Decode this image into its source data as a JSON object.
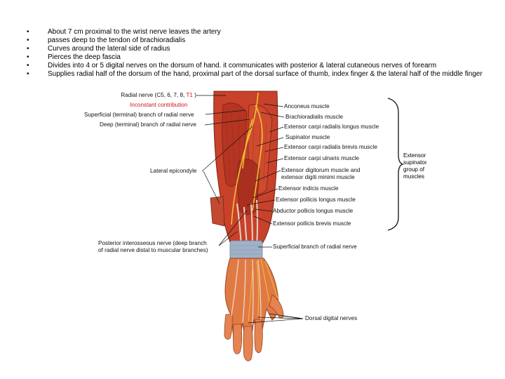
{
  "bullets": [
    "About 7 cm proximal to the wrist nerve leaves the artery",
    "passes deep to the tendon of brachioradialis",
    "Curves around the lateral side of radius",
    "Pierces the deep fascia",
    "Divides into 4 or 5 digital nerves on the dorsum of hand. it communicates with posterior & lateral cutaneous nerves of forearm",
    "Supplies radial half of the dorsum of the hand, proximal part of the dorsal surface of thumb, index finger & the lateral half of the middle finger"
  ],
  "bullet_symbol": "•",
  "left_labels": {
    "radial_nerve_prefix": "Radial nerve (C5, 6, 7, 8, ",
    "radial_nerve_t1": "T1",
    "radial_nerve_suffix": " )",
    "inconstant": "Inconstant contribution",
    "superficial_branch": "Superficial (terminal) branch of radial nerve",
    "deep_branch": "Deep (terminal) branch of radial nerve",
    "lateral_epicondyle": "Lateral epicondyle",
    "posterior_interosseous_1": "Posterior interosseous nerve (deep branch",
    "posterior_interosseous_2": "of radial nerve distal to muscular branches)"
  },
  "right_labels": {
    "anconeus": "Anconeus muscle",
    "brachioradialis": "Brachioradialis muscle",
    "ecrl": "Extensor carpi radialis longus muscle",
    "supinator": "Supinator muscle",
    "ecrb": "Extensor carpi radialis brevis muscle",
    "ecu": "Extensor carpi ulnaris muscle",
    "edm_1": "Extensor digitorum muscle and",
    "edm_2": "extensor digiti minimi muscle",
    "eim": "Extensor indicis muscle",
    "epl": "Extensor pollicis longus muscle",
    "apl": "Abductor pollicis longus muscle",
    "epb": "Extensor pollicis brevis muscle",
    "superficial_radial": "Superficial branch of radial nerve",
    "dorsal_digital": "Dorsal digital nerves"
  },
  "group_label": [
    "Extensor",
    "supinator",
    "group of",
    "muscles"
  ],
  "colors": {
    "muscle": "#c8412a",
    "muscle_dark": "#8e2a19",
    "tendon": "#e9cfc2",
    "nerve": "#f2c230",
    "skin": "#e07a45",
    "retinaculum": "#9fb2c8",
    "red_text": "#d0141a"
  }
}
